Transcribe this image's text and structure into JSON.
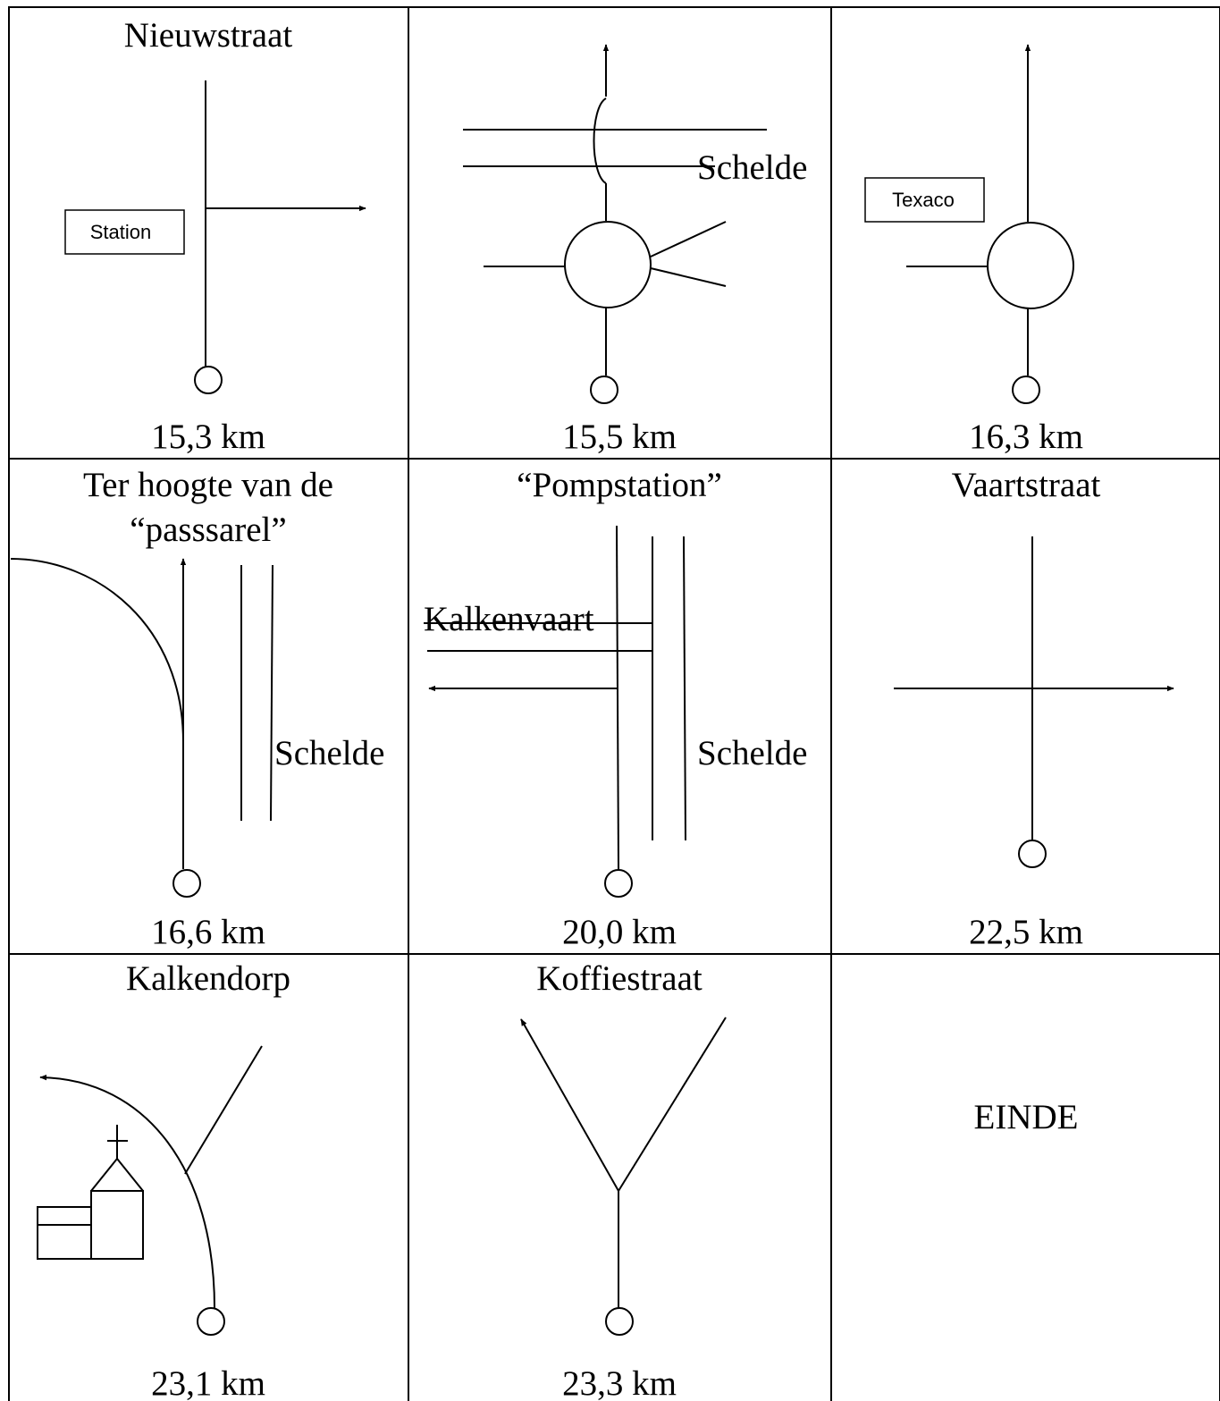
{
  "panels": [
    {
      "title": "Nieuwstraat",
      "distance": "15,3 km",
      "label": "Station"
    },
    {
      "distance": "15,5 km",
      "river": "Schelde"
    },
    {
      "distance": "16,3 km",
      "label": "Texaco"
    },
    {
      "title_line1": "Ter hoogte van de",
      "title_line2": "“passsarel”",
      "distance": "16,6 km",
      "river": "Schelde"
    },
    {
      "title": "“Pompstation”",
      "distance": "20,0 km",
      "canal": "Kalkenvaart",
      "river": "Schelde"
    },
    {
      "title": "Vaartstraat",
      "distance": "22,5 km"
    },
    {
      "title": "Kalkendorp",
      "distance": "23,1 km",
      "landmark_icon": "church-icon"
    },
    {
      "title": "Koffiestraat",
      "distance": "23,3 km"
    },
    {
      "center_text": "EINDE"
    }
  ],
  "colors": {
    "line": "#000000",
    "background": "#ffffff"
  }
}
